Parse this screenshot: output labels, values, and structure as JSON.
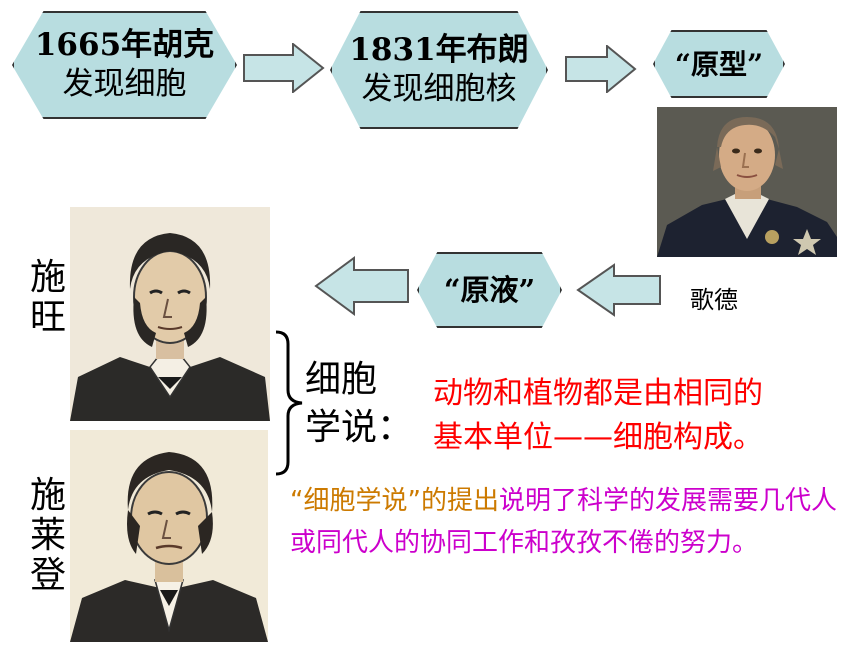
{
  "nodes": {
    "hooke": {
      "line1": "1665年胡克",
      "line2": "发现细胞"
    },
    "brown": {
      "line1": "1831年布朗",
      "line2": "发现细胞核"
    },
    "prototype": {
      "label": "“原型”"
    },
    "protoplasm": {
      "label": "“原液”"
    }
  },
  "people": {
    "goethe": "歌德",
    "schwann": [
      "施",
      "旺"
    ],
    "schleiden": [
      "施",
      "莱",
      "登"
    ]
  },
  "theory": {
    "name_line1": "细胞",
    "name_line2": "学说：",
    "definition_line1": "动物和植物都是由相同的",
    "definition_line2": "基本单位——细胞构成。"
  },
  "conclusion": {
    "part1": "“细胞学说”的提出",
    "part2": "说明了科学的发展需要几代人或同代人的协同工作和孜孜不倦的努力。"
  },
  "colors": {
    "node_fill": "#b8dde0",
    "arrow_fill": "#c6e4e6",
    "definition": "#ff0000",
    "conclusion_orange": "#cc7a00",
    "conclusion_magenta": "#cc00cc"
  }
}
